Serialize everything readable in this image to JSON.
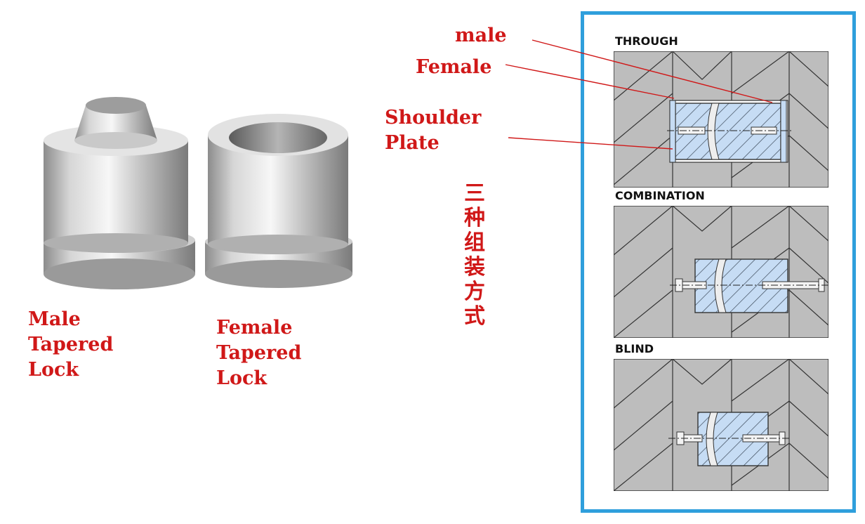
{
  "callouts": {
    "male": "male",
    "female": "Female",
    "shoulder_plate": "Shoulder Plate"
  },
  "parts": {
    "male_lock": "Male Tapered Lock",
    "female_lock": "Female Tapered Lock"
  },
  "chinese_label": "三种组装方式",
  "panel": {
    "border_color": "#2f9fdc",
    "sections": {
      "through": "THROUGH",
      "combination": "COMBINATION",
      "blind": "BLIND"
    }
  },
  "colors": {
    "label": "#d01818",
    "plate": "#bdbdbd",
    "lock": "#c6dcf4"
  }
}
